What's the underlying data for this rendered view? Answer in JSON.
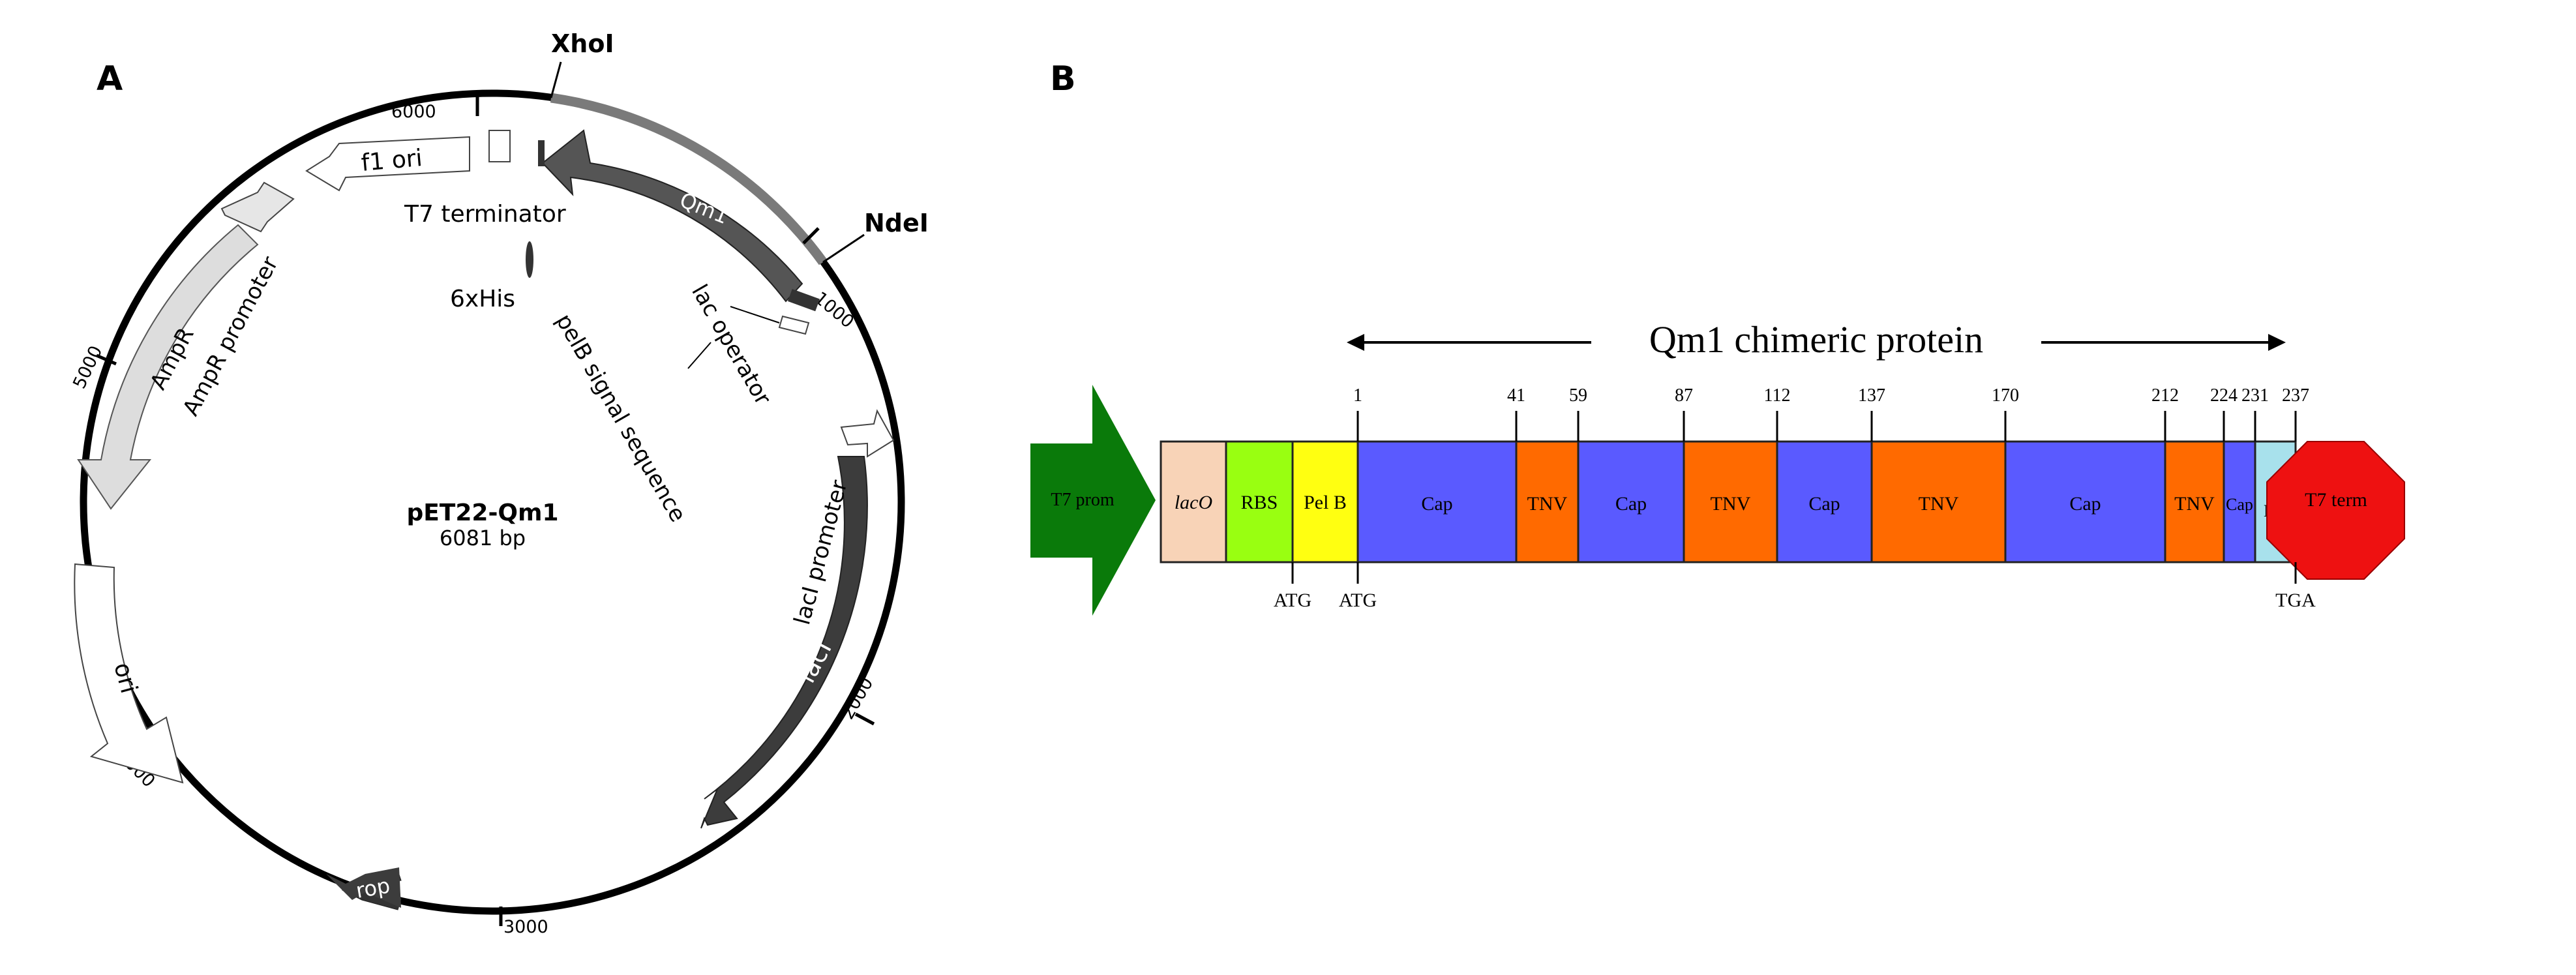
{
  "panels": {
    "a": {
      "label": "A",
      "plasmid_name": "pET22-Qm1",
      "plasmid_size": "6081 bp",
      "sites": {
        "xhoi": "XhoI",
        "ndei": "NdeI"
      },
      "ticks": {
        "t6000": "6000",
        "t1000": "1000",
        "t2000": "2000",
        "t3000": "3000",
        "t4000": "4000",
        "t5000": "5000"
      },
      "features": {
        "qm1": "Qm1",
        "f1_ori": "f1 ori",
        "t7_terminator": "T7 terminator",
        "six_his": "6xHis",
        "pelb": "pelB signal sequence",
        "lac_operator": "lac operator",
        "ampr": "AmpR",
        "ampr_promoter": "AmpR promoter",
        "laci_promoter": "lacI promoter",
        "laci": "lacI",
        "ori": "ori",
        "rop": "rop"
      },
      "colors": {
        "dark": "#3c3c3c",
        "light": "#dddddd",
        "outline": "#555555"
      }
    },
    "b": {
      "label": "B",
      "title": "Qm1 chimeric protein",
      "t7_prom": "T7 prom",
      "t7_term": "T7 term",
      "segments": [
        "lacO",
        "RBS",
        "Pel B",
        "Cap",
        "TNV",
        "Cap",
        "TNV",
        "Cap",
        "TNV",
        "Cap",
        "TNV",
        "Cap",
        "6x His"
      ],
      "positions": [
        "1",
        "41",
        "59",
        "87",
        "112",
        "137",
        "170",
        "212",
        "224",
        "231",
        "237"
      ],
      "codons": {
        "atg1": "ATG",
        "atg2": "ATG",
        "tga": "TGA"
      },
      "colors": {
        "promoter": "#0a7a0a",
        "laco": "#f8d3b7",
        "rbs": "#99ff11",
        "pelb": "#ffff11",
        "cap": "#5a5aff",
        "tnv": "#ff6a00",
        "his": "#a8e1ec",
        "terminator": "#ee1111"
      }
    }
  }
}
